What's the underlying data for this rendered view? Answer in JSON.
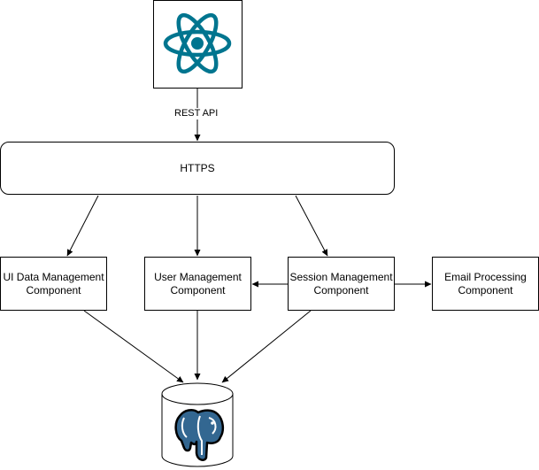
{
  "nodes": {
    "react_logo": {
      "icon": "react-logo-icon",
      "color": "#00758f"
    },
    "https": {
      "label": "HTTPS"
    },
    "ui_data": {
      "label": "UI Data Management\nComponent"
    },
    "user_mgmt": {
      "label": "User Management\nComponent"
    },
    "session_mgmt": {
      "label": "Session Management\nComponent"
    },
    "email_proc": {
      "label": "Email Processing\nComponent"
    },
    "postgres": {
      "icon": "postgresql-elephant-icon",
      "color": "#336791"
    }
  },
  "edges": {
    "rest_api": {
      "label": "REST API"
    }
  }
}
